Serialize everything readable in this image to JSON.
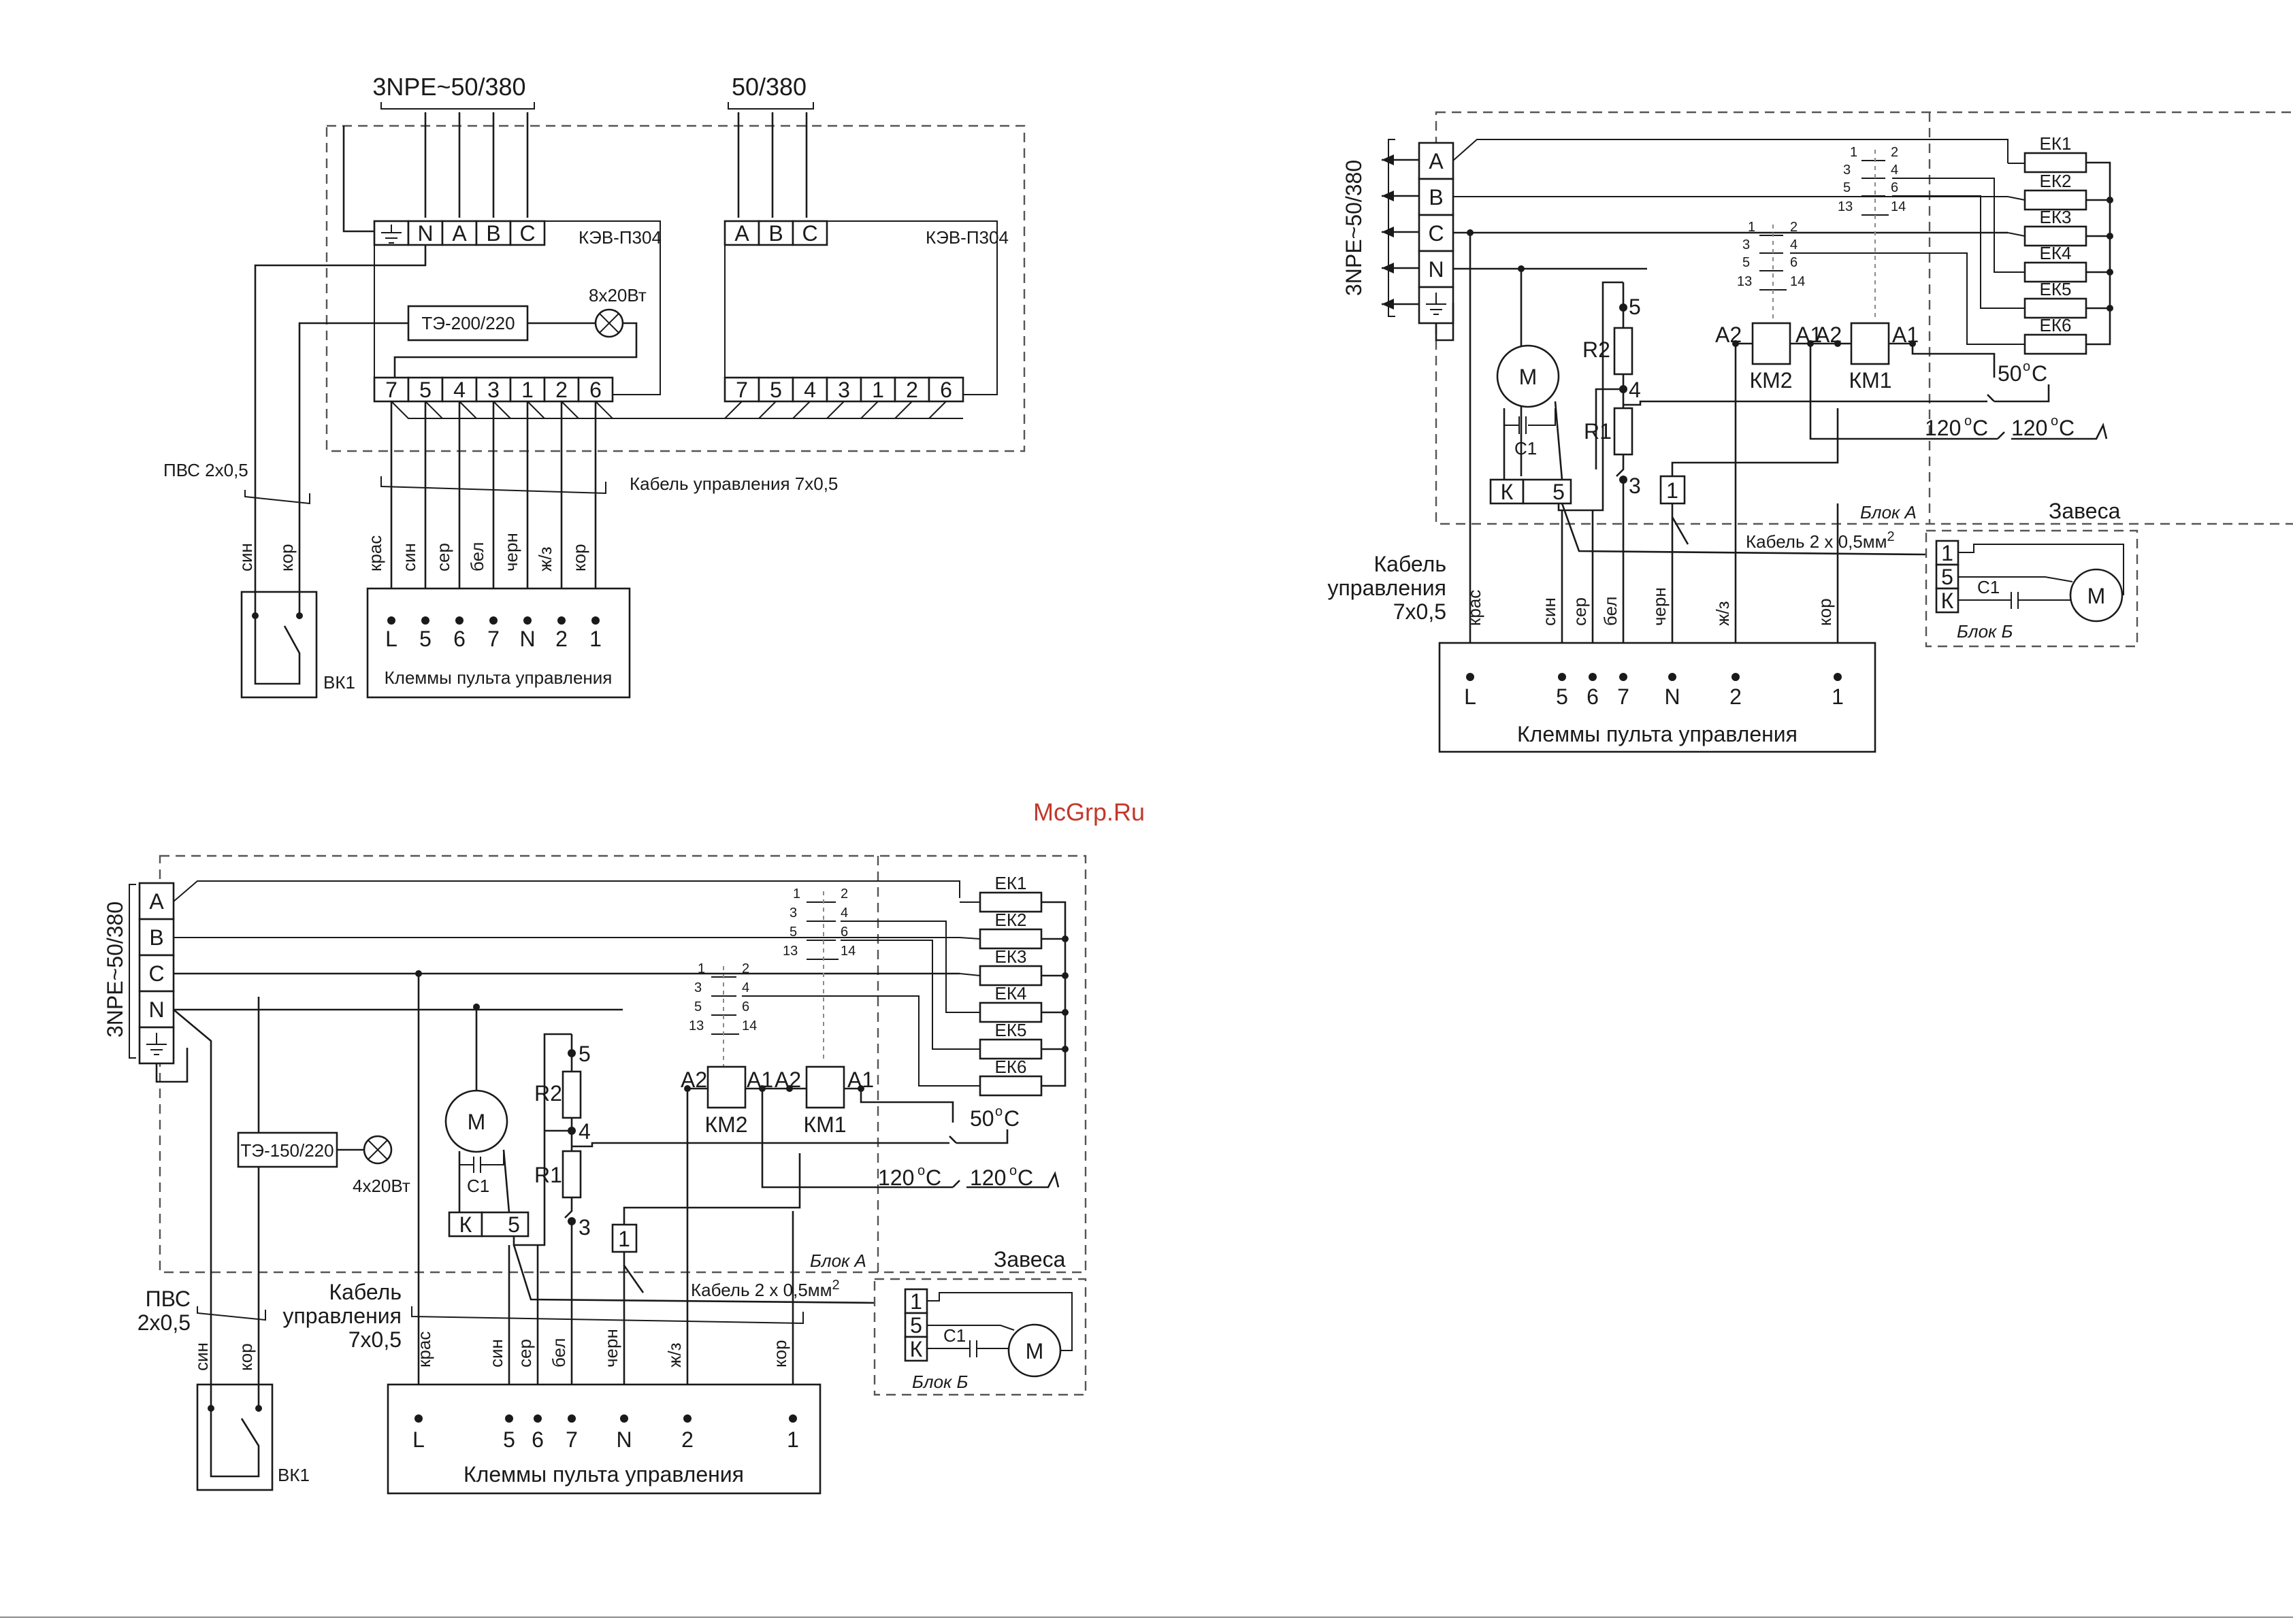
{
  "watermark": "McGrp.Ru",
  "diagram_a": {
    "supply_left": "3NPE~50/380",
    "supply_right": "50/380",
    "strip_left": [
      "N",
      "A",
      "B",
      "C"
    ],
    "strip_right": [
      "A",
      "B",
      "C"
    ],
    "module_label": "КЭВ-П304",
    "thermostat": "ТЭ-200/220",
    "lamp": "8х20Вт",
    "terminals": [
      "7",
      "5",
      "4",
      "3",
      "1",
      "2",
      "6"
    ],
    "pvs": "ПВС 2х0,5",
    "cable": "Кабель управления 7х0,5",
    "sw_wires": [
      "син",
      "кор"
    ],
    "switch": "ВК1",
    "wire_colors": [
      "крас",
      "син",
      "сер",
      "бел",
      "черн",
      "ж/з",
      "кор"
    ],
    "panel_terms": [
      "L",
      "5",
      "6",
      "7",
      "N",
      "2",
      "1"
    ],
    "panel": "Клеммы пульта управления"
  },
  "diagram_b": {
    "supply": "3NPE~50/380",
    "phases": [
      "A",
      "B",
      "C",
      "N"
    ],
    "heaters": [
      "ЕК1",
      "ЕК2",
      "ЕК3",
      "ЕК4",
      "ЕК5",
      "ЕК6"
    ],
    "contacts": [
      [
        "1",
        "2"
      ],
      [
        "3",
        "4"
      ],
      [
        "5",
        "6"
      ],
      [
        "13",
        "14"
      ]
    ],
    "motor": "M",
    "capacitor": "С1",
    "r2": "R2",
    "r1": "R1",
    "pt5": "5",
    "pt4": "4",
    "pt3": "3",
    "coil_a2": "A2",
    "coil_a1": "A1",
    "km2": "КМ2",
    "km1": "КМ1",
    "t50": "50",
    "t120": "120",
    "deg_c": "C",
    "deg_o": "o",
    "kterm": [
      "К",
      "5"
    ],
    "term1": "1",
    "block_a": "Блок А",
    "curtain": "Завеса",
    "cable_small_pre": "Кабель 2 х 0,5мм",
    "cable_small_sup": "2",
    "cable_ctrl": [
      "Кабель",
      "управления",
      "7х0,5"
    ],
    "blockb_terms": [
      "1",
      "5",
      "К"
    ],
    "block_b": "Блок Б",
    "wire_colors": [
      "крас",
      "син",
      "сер",
      "бел",
      "черн",
      "ж/з",
      "кор"
    ],
    "panel_terms": [
      "L",
      "5",
      "6",
      "7",
      "N",
      "2",
      "1"
    ],
    "panel": "Клеммы пульта управления"
  },
  "diagram_c": {
    "supply": "3NPE~50/380",
    "phases": [
      "A",
      "B",
      "C",
      "N"
    ],
    "heaters": [
      "ЕК1",
      "ЕК2",
      "ЕК3",
      "ЕК4",
      "ЕК5",
      "ЕК6"
    ],
    "contacts": [
      [
        "1",
        "2"
      ],
      [
        "3",
        "4"
      ],
      [
        "5",
        "6"
      ],
      [
        "13",
        "14"
      ]
    ],
    "motor": "M",
    "capacitor": "С1",
    "r2": "R2",
    "r1": "R1",
    "pt5": "5",
    "pt4": "4",
    "pt3": "3",
    "coil_a2": "A2",
    "coil_a1": "A1",
    "km2": "КМ2",
    "km1": "КМ1",
    "t50": "50",
    "t120": "120",
    "deg_c": "C",
    "deg_o": "o",
    "kterm": [
      "К",
      "5"
    ],
    "term1": "1",
    "thermostat": "ТЭ-150/220",
    "lamp": "4х20Вт",
    "block_a": "Блок А",
    "curtain": "Завеса",
    "cable_small_pre": "Кабель 2 х 0,5мм",
    "cable_small_sup": "2",
    "cable_ctrl": [
      "Кабель",
      "управления",
      "7х0,5"
    ],
    "pvs": [
      "ПВС",
      "2х0,5"
    ],
    "sw_wires": [
      "син",
      "кор"
    ],
    "switch": "ВК1",
    "blockb_terms": [
      "1",
      "5",
      "К"
    ],
    "block_b": "Блок Б",
    "wire_colors": [
      "крас",
      "син",
      "сер",
      "бел",
      "черн",
      "ж/з",
      "кор"
    ],
    "panel_terms": [
      "L",
      "5",
      "6",
      "7",
      "N",
      "2",
      "1"
    ],
    "panel": "Клеммы пульта управления"
  }
}
